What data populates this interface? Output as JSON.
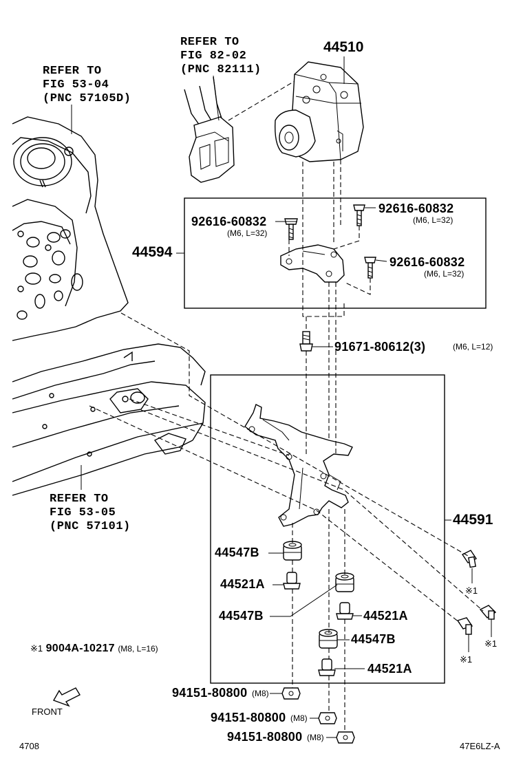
{
  "references": {
    "fig_82_02": {
      "line1": "REFER TO",
      "line2": "FIG 82-02",
      "line3": "(PNC 82111)"
    },
    "fig_53_04": {
      "line1": "REFER TO",
      "line2": "FIG 53-04",
      "line3": "(PNC 57105D)"
    },
    "fig_53_05": {
      "line1": "REFER TO",
      "line2": "FIG 53-05",
      "line3": "(PNC 57101)"
    }
  },
  "parts": {
    "actuator": "44510",
    "bracket_set": "44594",
    "bracket_assy": "44591",
    "bolt_a": {
      "number": "92616-60832",
      "spec": "(M6, L=32)"
    },
    "bolt_b": {
      "number": "92616-60832",
      "spec": "(M6, L=32)"
    },
    "bolt_c": {
      "number": "92616-60832",
      "spec": "(M6, L=32)"
    },
    "bolt_d": {
      "number": "91671-80612(3)",
      "spec": "(M6, L=12)"
    },
    "cushion_1": "44547B",
    "cushion_2": "44547B",
    "cushion_3": "44547B",
    "collar_1": "44521A",
    "collar_2": "44521A",
    "collar_3": "44521A",
    "nut_1": {
      "number": "94151-80800",
      "spec": "(M8)"
    },
    "nut_2": {
      "number": "94151-80800",
      "spec": "(M8)"
    },
    "nut_3": {
      "number": "94151-80800",
      "spec": "(M8)"
    },
    "mark_1": "※1",
    "mark_2": "※1",
    "mark_3": "※1"
  },
  "footnote": {
    "mark": "※1",
    "number": "9004A-10217",
    "spec": "(M8, L=16)"
  },
  "front_label": "FRONT",
  "corner_left": "4708",
  "corner_right": "47E6LZ-A"
}
